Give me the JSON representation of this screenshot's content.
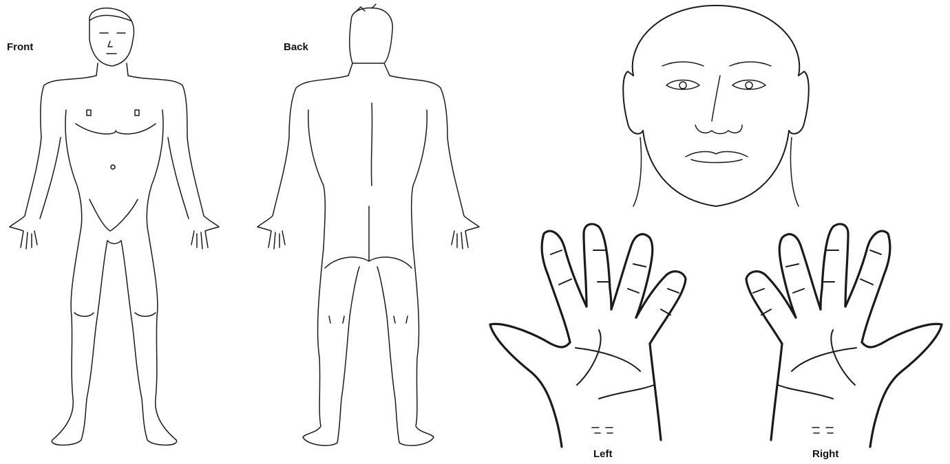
{
  "labels": {
    "front": "Front",
    "back": "Back",
    "left": "Left",
    "right": "Right"
  },
  "colors": {
    "background": "#ffffff",
    "line": "#1a1a1a"
  }
}
